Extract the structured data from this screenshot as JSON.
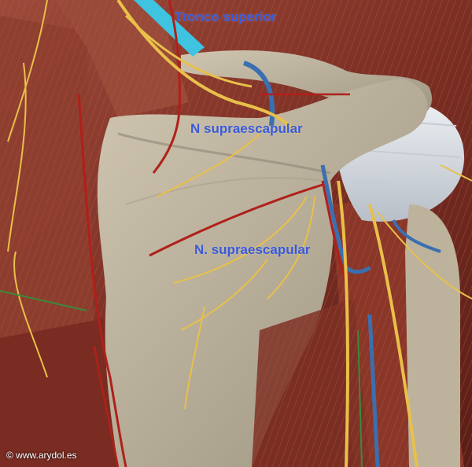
{
  "labels": {
    "tronco_superior": "Tronco superior",
    "n_supraescapular_upper": "N supraescapular",
    "n_supraescapular_lower": "N. supraescapular"
  },
  "credit": "© www.arydol.es",
  "colors": {
    "label_text": "#3a5ad8",
    "muscle": "#8a3a2c",
    "bone": "#b9ae98",
    "nerve": "#e8c04a",
    "artery": "#b0201a",
    "vein": "#3a6fb0",
    "cartilage": "#d8dde2"
  }
}
